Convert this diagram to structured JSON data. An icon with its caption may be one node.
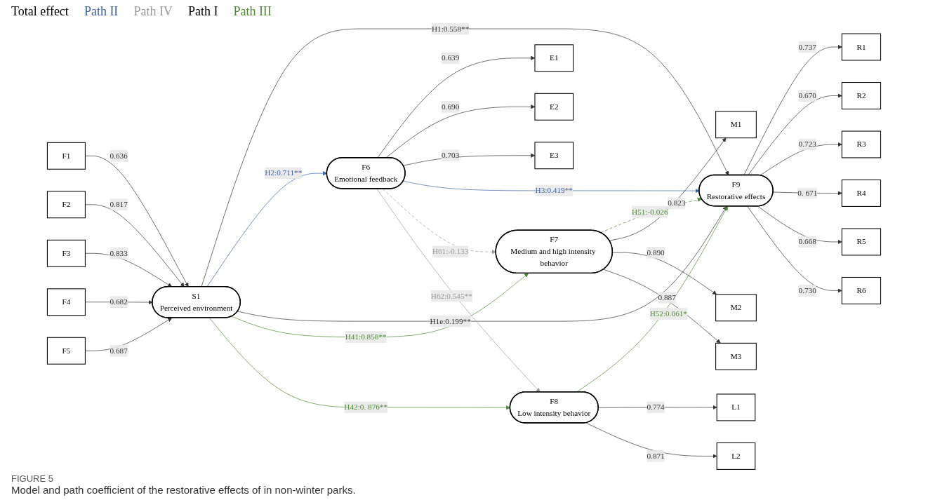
{
  "diagram": {
    "title": "FIGURE 5",
    "caption": "Model and path coefficient of the restorative effects of in non-winter parks.",
    "nodes": [
      {
        "text": [
          "F1"
        ]
      },
      {
        "text": [
          "F2"
        ]
      },
      {
        "text": [
          "F3"
        ]
      },
      {
        "text": [
          "F4"
        ]
      },
      {
        "text": [
          "F5"
        ]
      },
      {
        "text": [
          "S1",
          "Perceived environment"
        ]
      },
      {
        "text": [
          "E1"
        ]
      },
      {
        "text": [
          "E2"
        ]
      },
      {
        "text": [
          "E3"
        ]
      },
      {
        "text": [
          "F6",
          "Emotional feedback"
        ]
      },
      {
        "text": [
          "F9",
          "Restorative effects"
        ]
      },
      {
        "text": [
          "R1"
        ]
      },
      {
        "text": [
          "R2"
        ]
      },
      {
        "text": [
          "R3"
        ]
      },
      {
        "text": [
          "R4"
        ]
      },
      {
        "text": [
          "R5"
        ]
      },
      {
        "text": [
          "R6"
        ]
      },
      {
        "text": [
          "F7",
          "Medium and high intensity behavior"
        ]
      },
      {
        "text": [
          "F8",
          "Low intensity behavior"
        ]
      },
      {
        "text": [
          "M1"
        ]
      },
      {
        "text": [
          "M2"
        ]
      },
      {
        "text": [
          "M3"
        ]
      },
      {
        "text": [
          "L1"
        ]
      },
      {
        "text": [
          "L2"
        ]
      }
    ],
    "edges": [
      {
        "from": 0,
        "to": 5,
        "arrow": "to",
        "label": "0.636"
      },
      {
        "from": 1,
        "to": 5,
        "arrow": "to",
        "label": "0.817"
      },
      {
        "from": 2,
        "to": 5,
        "arrow": "to",
        "label": "0.833"
      },
      {
        "from": 3,
        "to": 5,
        "arrow": "to",
        "label": "0.682"
      },
      {
        "from": 4,
        "to": 5,
        "arrow": "to",
        "label": "0.687"
      },
      {
        "from": 9,
        "to": 6,
        "arrow": "to",
        "label": "0.639"
      },
      {
        "from": 9,
        "to": 7,
        "arrow": "to",
        "label": "0.690"
      },
      {
        "from": 9,
        "to": 8,
        "arrow": "to",
        "label": "0.703"
      },
      {
        "from": 5,
        "to": 10,
        "arrow": "to",
        "label": "H1:0.558**"
      },
      {
        "from": 5,
        "to": 9,
        "arrow": "to",
        "label": "H2:0.711**",
        "color": "#3a62a8"
      },
      {
        "from": 9,
        "to": 10,
        "arrow": "to",
        "label": "H3:0.419**",
        "color": "#3a62a8"
      },
      {
        "from": 5,
        "to": 10,
        "arrow": "to",
        "label": "H1e:0.199**"
      },
      {
        "from": 5,
        "to": 17,
        "arrow": "to",
        "label": "H41:0.858**",
        "color": "#4e8a34"
      },
      {
        "from": 5,
        "to": 18,
        "arrow": "to",
        "label": "H42:0. 876**",
        "color": "#4e8a34"
      },
      {
        "from": 17,
        "to": 10,
        "arrow": "to",
        "label": "H51:-0.026",
        "style": "dashed",
        "color": "#4e8a34"
      },
      {
        "from": 18,
        "to": 10,
        "arrow": "to",
        "label": "H52:0.061*",
        "color": "#4e8a34"
      },
      {
        "from": 9,
        "to": 17,
        "arrow": "to",
        "label": "H61:-0.133",
        "style": "dashed",
        "color": "#999999"
      },
      {
        "from": 9,
        "to": 18,
        "arrow": "to",
        "label": "H62:0.545**",
        "color": "#999999"
      },
      {
        "from": 10,
        "to": 11,
        "arrow": "to",
        "label": "0.737"
      },
      {
        "from": 10,
        "to": 12,
        "arrow": "to",
        "label": "0.670"
      },
      {
        "from": 10,
        "to": 13,
        "arrow": "to",
        "label": "0.723"
      },
      {
        "from": 10,
        "to": 14,
        "arrow": "to",
        "label": "0. 671"
      },
      {
        "from": 10,
        "to": 15,
        "arrow": "to",
        "label": "0.668"
      },
      {
        "from": 10,
        "to": 16,
        "arrow": "to",
        "label": "0.730"
      },
      {
        "from": 17,
        "to": 19,
        "arrow": "to",
        "label": "0.823"
      },
      {
        "from": 17,
        "to": 20,
        "arrow": "to",
        "label": "0.890"
      },
      {
        "from": 17,
        "to": 21,
        "arrow": "to",
        "label": "0.887"
      },
      {
        "from": 18,
        "to": 22,
        "arrow": "to",
        "label": "0.774"
      },
      {
        "from": 18,
        "to": 23,
        "arrow": "to",
        "label": "0.871"
      }
    ],
    "labels": [
      "Total effect",
      "Path II",
      "Path IV",
      "Path I",
      "Path III"
    ]
  }
}
